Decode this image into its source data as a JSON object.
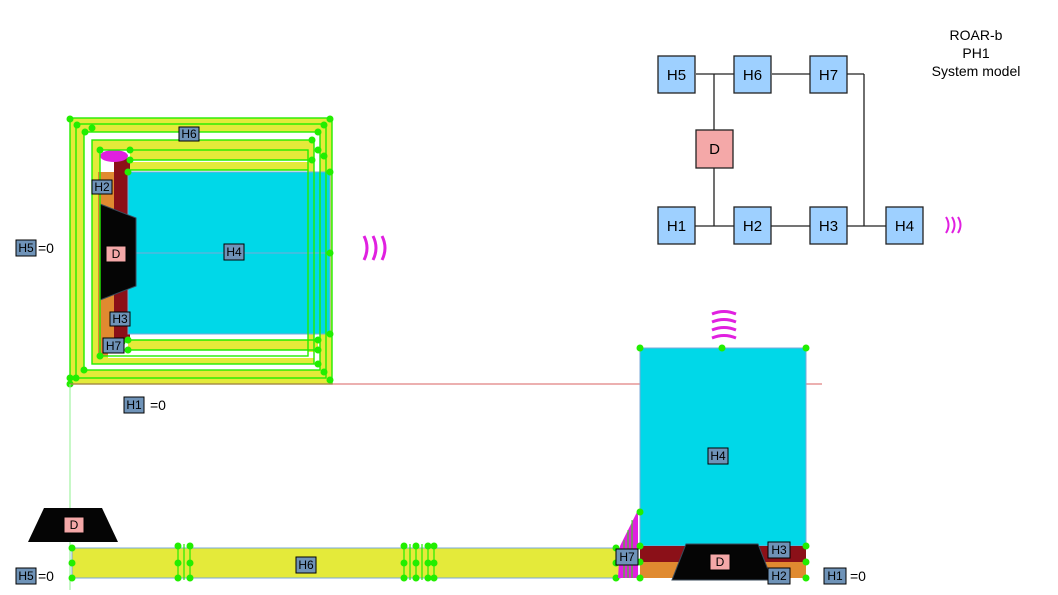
{
  "title": {
    "line1": "ROAR-b",
    "line2": "PH1",
    "line3": "System model"
  },
  "schematic": {
    "nodes": {
      "h5": "H5",
      "h6": "H6",
      "h7": "H7",
      "d": "D",
      "h1": "H1",
      "h2": "H2",
      "h3": "H3",
      "h4": "H4"
    }
  },
  "top_model": {
    "tags": {
      "h6": "H6",
      "h2": "H2",
      "d": "D",
      "h4": "H4",
      "h3": "H3",
      "h7": "H7",
      "h5": "H5",
      "h1": "H1"
    },
    "h5_value": "=0",
    "h1_value": "=0"
  },
  "bottom_model": {
    "tags": {
      "d_left": "D",
      "h5": "H5",
      "h6": "H6",
      "h7": "H7",
      "h4": "H4",
      "h3": "H3",
      "d": "D",
      "h2": "H2",
      "h1": "H1"
    },
    "h5_value": "=0",
    "h1_value": "=0"
  },
  "colors": {
    "cyan": "#00d8e8",
    "yellow": "#e4ea3a",
    "green": "#22ee00",
    "dark_red": "#8b1018",
    "orange": "#e08a30",
    "magenta": "#e020e0",
    "tag_blue": "#6f93b8",
    "node_blue": "#9ed0ff",
    "node_pink": "#f4a8a8",
    "trap_black": "#050505"
  }
}
